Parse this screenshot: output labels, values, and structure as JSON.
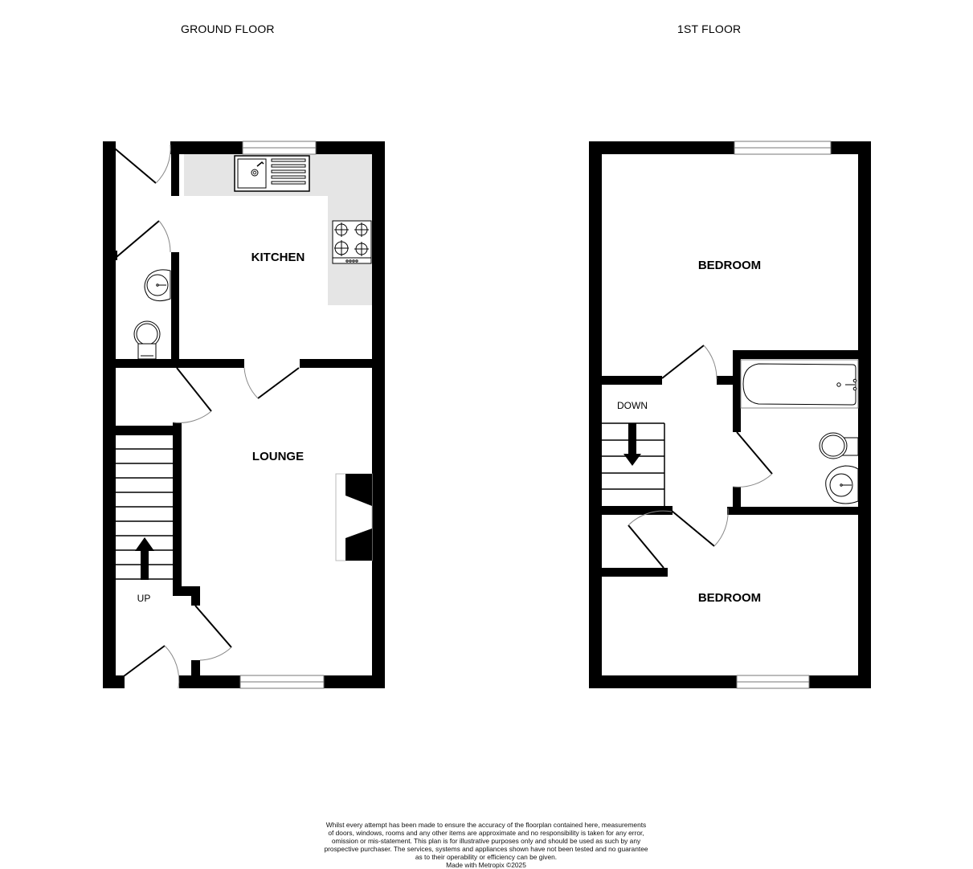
{
  "floors": [
    {
      "title": "GROUND FLOOR",
      "rooms": [
        {
          "label": "KITCHEN"
        },
        {
          "label": "LOUNGE"
        }
      ],
      "stairs_label": "UP",
      "fixtures": [
        "sink-unit",
        "hob",
        "wc",
        "wash-basin",
        "fireplace",
        "staircase"
      ]
    },
    {
      "title": "1ST FLOOR",
      "rooms": [
        {
          "label": "BEDROOM"
        },
        {
          "label": "BEDROOM"
        }
      ],
      "stairs_label": "DOWN",
      "fixtures": [
        "bath",
        "wc",
        "wash-basin",
        "staircase"
      ]
    }
  ],
  "colors": {
    "wall": "#000000",
    "worktop": "#e5e5e5",
    "door_swing": "#888888",
    "background": "#ffffff"
  },
  "disclaimer": {
    "lines": [
      "Whilst every attempt has been made to ensure the accuracy of the floorplan contained here, measurements",
      "of doors, windows, rooms and any other items are approximate and no responsibility is taken for any error,",
      "omission or mis-statement. This plan is for illustrative purposes only and should be used as such by any",
      "prospective purchaser. The services, systems and appliances shown have not been tested and no guarantee",
      "as to their operability or efficiency can be given.",
      "Made with Metropix ©2025"
    ]
  }
}
